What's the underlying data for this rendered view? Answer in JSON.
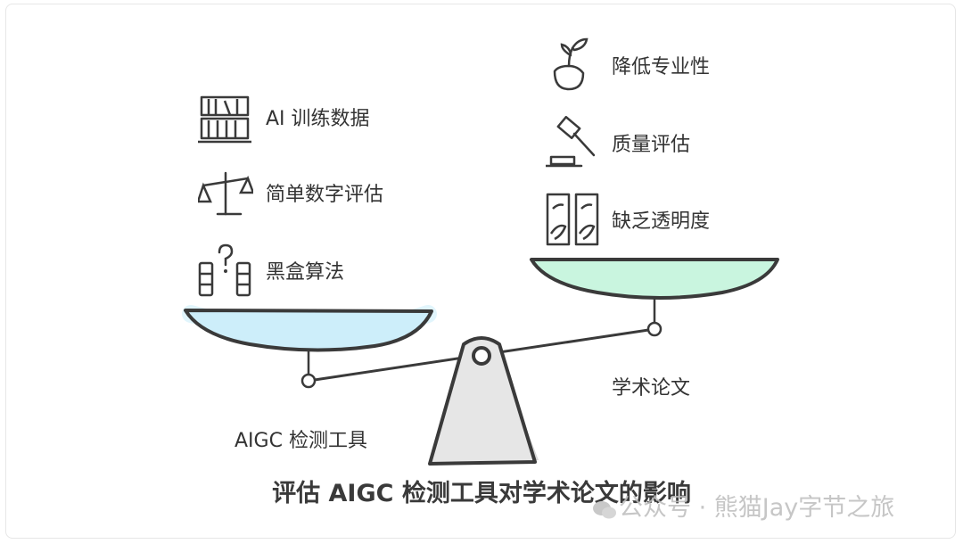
{
  "left_items": [
    {
      "label": "AI 训练数据",
      "icon": "bookshelf-icon"
    },
    {
      "label": "简单数字评估",
      "icon": "scale-icon"
    },
    {
      "label": "黑盒算法",
      "icon": "question-blocks-icon"
    }
  ],
  "right_items": [
    {
      "label": "降低专业性",
      "icon": "plant-pot-icon"
    },
    {
      "label": "质量评估",
      "icon": "gavel-icon"
    },
    {
      "label": "缺乏透明度",
      "icon": "glass-panels-icon"
    }
  ],
  "left_pan_label": "AIGC 检测工具",
  "right_pan_label": "学术论文",
  "title": "评估 AIGC 检测工具对学术论文的影响",
  "watermark": "公众号 · 熊猫Jay字节之旅",
  "colors": {
    "left_pan": "#cdeefa",
    "right_pan": "#c9f5df",
    "fulcrum": "#e6e6e6",
    "stroke": "#3a3a3a"
  }
}
